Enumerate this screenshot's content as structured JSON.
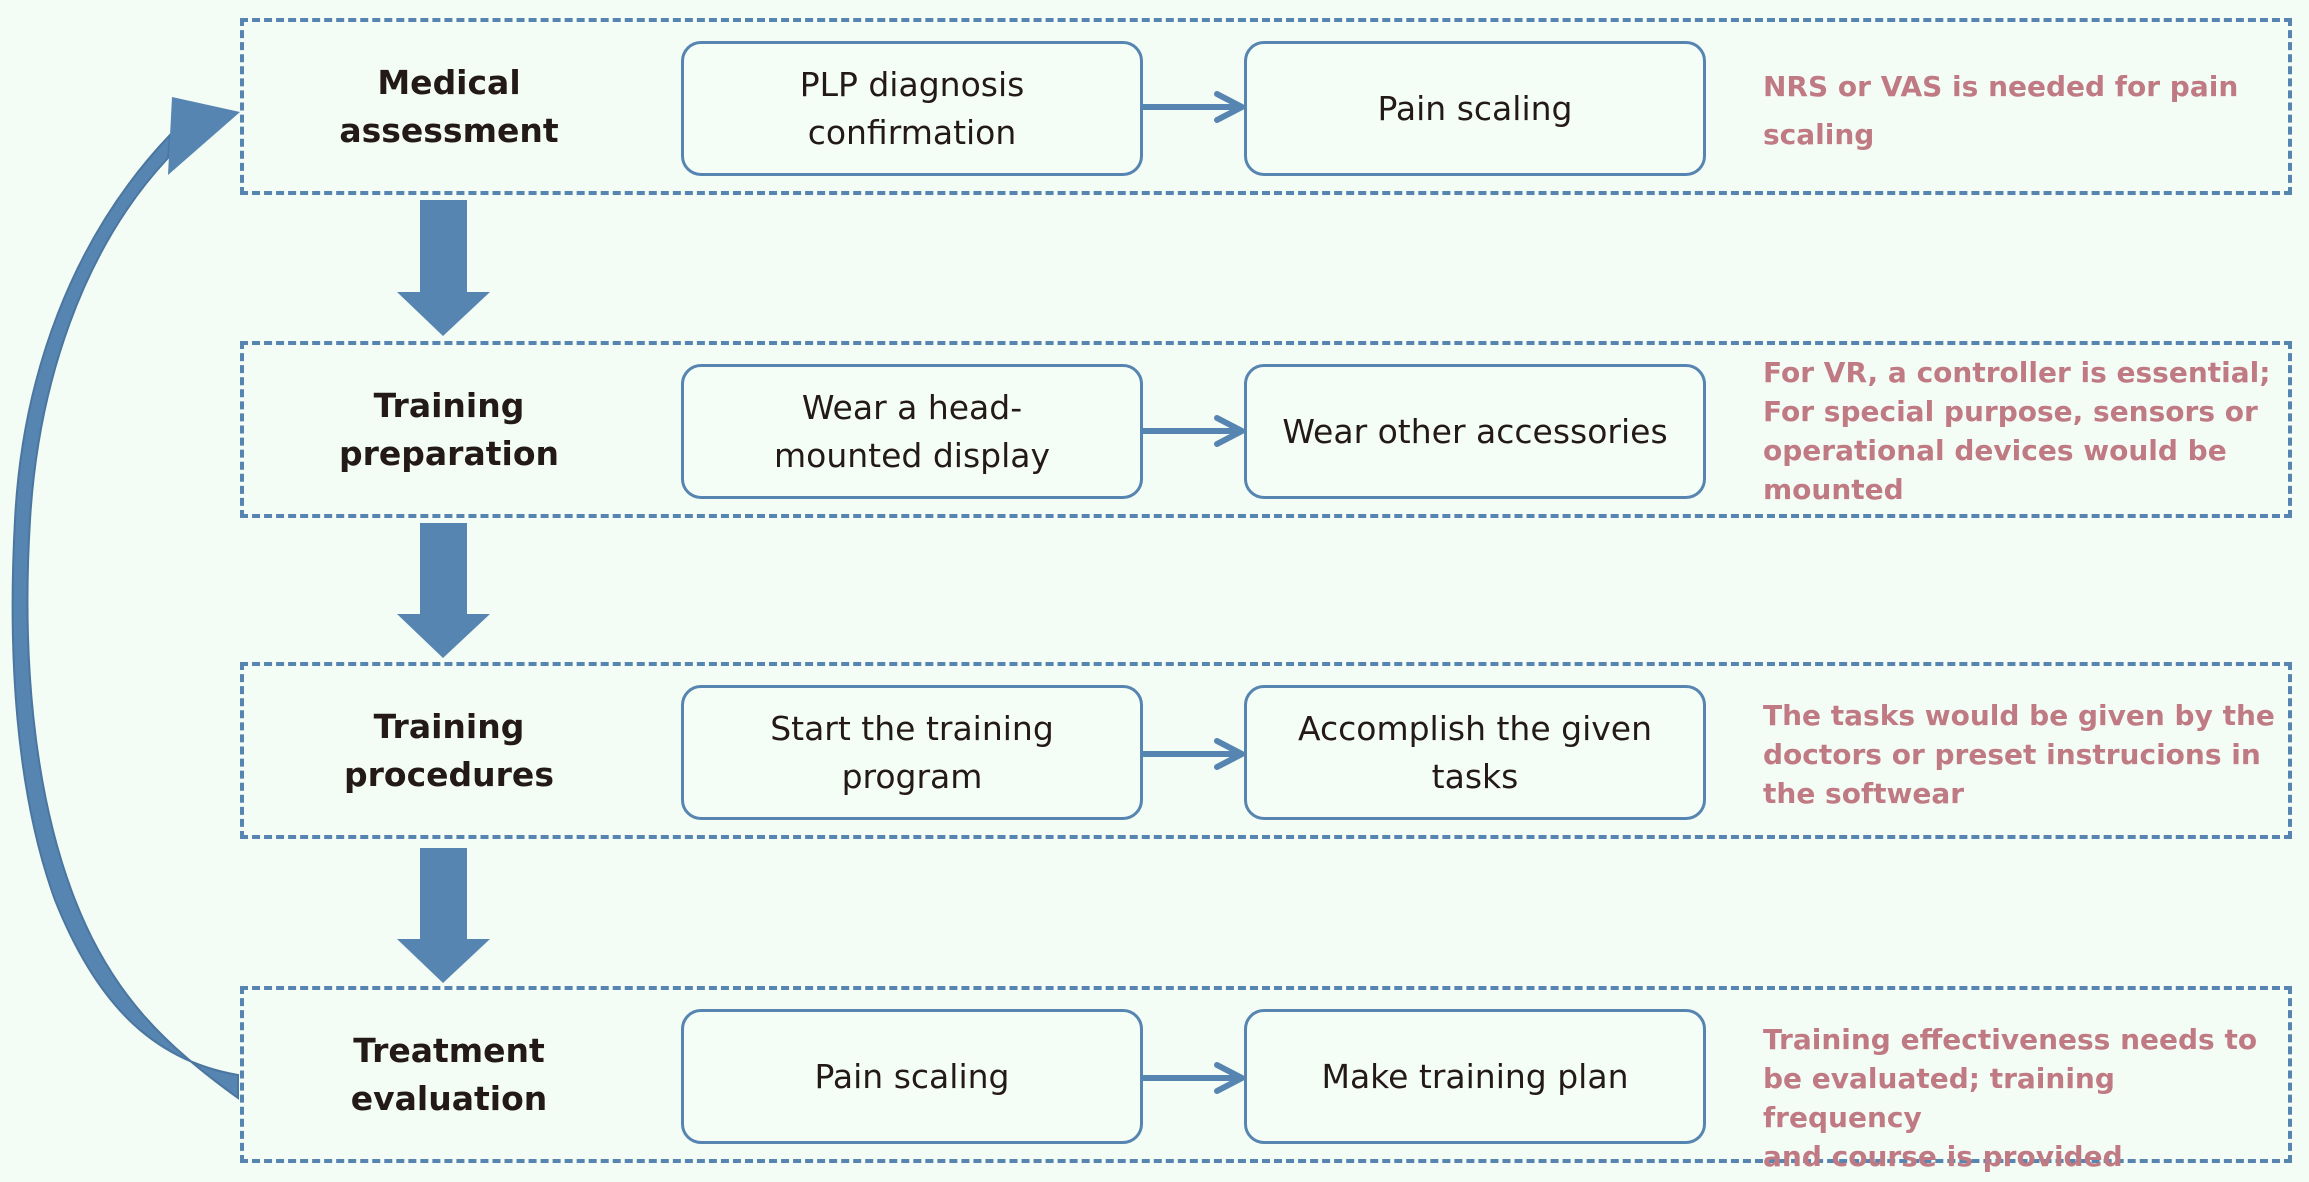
{
  "colors": {
    "background": "#f3fcf5",
    "accent_blue": "#5785b1",
    "note_text": "#c07a83",
    "main_text": "#231a18"
  },
  "stages": [
    {
      "label": "Medical\nassessment",
      "step1": "PLP diagnosis\nconfirmation",
      "step2": "Pain scaling",
      "note": "NRS or VAS is needed for pain\nscaling"
    },
    {
      "label": "Training\npreparation",
      "step1": "Wear a head-\nmounted display",
      "step2": "Wear other accessories",
      "note": "For VR, a controller is essential;\nFor special purpose, sensors or\noperational devices would be\nmounted"
    },
    {
      "label": "Training\nprocedures",
      "step1": "Start the training\nprogram",
      "step2": "Accomplish the given\ntasks",
      "note": "The tasks would be given by the\ndoctors or preset instrucions in\nthe softwear"
    },
    {
      "label": "Treatment\nevaluation",
      "step1": "Pain scaling",
      "step2": "Make training plan",
      "note": "Training effectiveness needs to\nbe evaluated; training frequency\nand course is provided"
    }
  ]
}
